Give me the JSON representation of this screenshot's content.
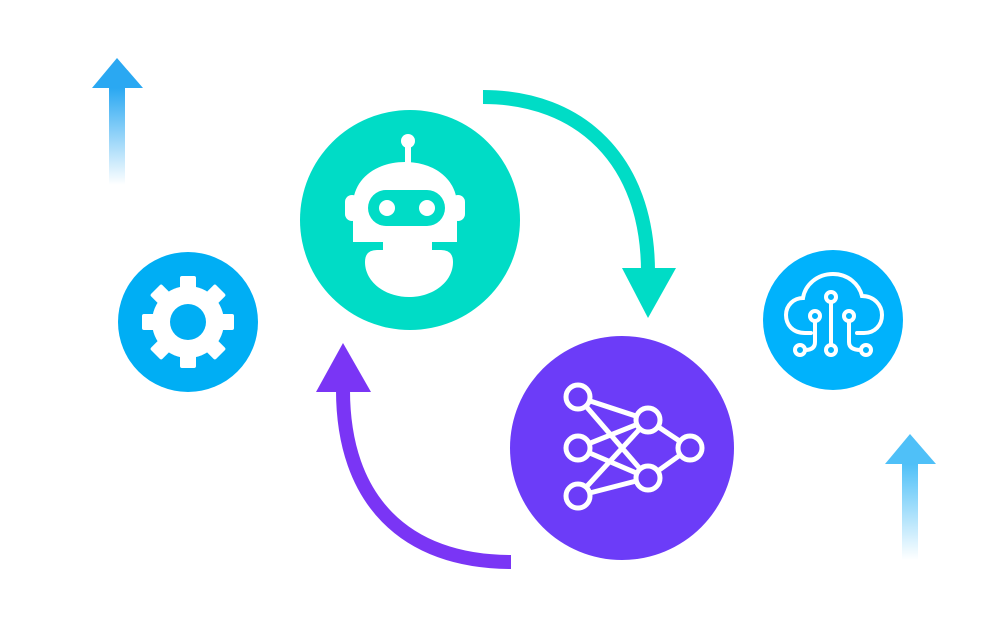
{
  "diagram": {
    "nodes": [
      {
        "id": "gear",
        "icon": "gear-icon",
        "color": "#00aef4"
      },
      {
        "id": "robot",
        "icon": "robot-icon",
        "color": "#00dcc6"
      },
      {
        "id": "neural-network",
        "icon": "neural-network-icon",
        "color": "#6c3cf8"
      },
      {
        "id": "cloud",
        "icon": "cloud-circuit-icon",
        "color": "#00b2fc"
      }
    ],
    "edges": [
      {
        "from": "robot",
        "to": "neural-network",
        "color": "#00dcc6"
      },
      {
        "from": "neural-network",
        "to": "robot",
        "color": "#7a35f5"
      }
    ],
    "decorations": [
      {
        "icon": "up-arrow-icon",
        "color": "#2aa8f2"
      },
      {
        "icon": "up-arrow-icon",
        "color": "#4fc0f8"
      }
    ]
  }
}
